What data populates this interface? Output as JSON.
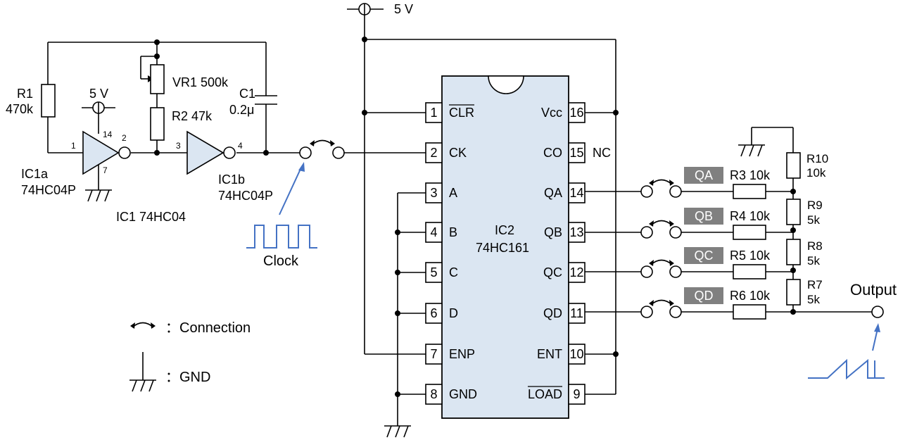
{
  "supply": {
    "top": "5 V",
    "ic1": "5 V"
  },
  "ic1": {
    "r1_name": "R1",
    "r1_value": "470k",
    "vr1": "VR1  500k",
    "r2": "R2  47k",
    "c1_name": "C1",
    "c1_value": "0.2μ",
    "ic1a_name": "IC1a",
    "ic1a_part": "74HC04P",
    "ic1b_name": "IC1b",
    "ic1b_part": "74HC04P",
    "title": "IC1 74HC04",
    "pins": {
      "in_a": "1",
      "out_a": "2",
      "in_b": "3",
      "out_b": "4",
      "vcc": "14",
      "gnd": "7"
    }
  },
  "clock_label": "Clock",
  "ic2": {
    "name": "IC2",
    "part": "74HC161",
    "left_pins": [
      {
        "num": "1",
        "label": "CLR"
      },
      {
        "num": "2",
        "label": "CK"
      },
      {
        "num": "3",
        "label": "A"
      },
      {
        "num": "4",
        "label": "B"
      },
      {
        "num": "5",
        "label": "C"
      },
      {
        "num": "6",
        "label": "D"
      },
      {
        "num": "7",
        "label": "ENP"
      },
      {
        "num": "8",
        "label": "GND"
      }
    ],
    "right_pins": [
      {
        "num": "16",
        "label": "Vcc"
      },
      {
        "num": "15",
        "label": "CO"
      },
      {
        "num": "14",
        "label": "QA"
      },
      {
        "num": "13",
        "label": "QB"
      },
      {
        "num": "12",
        "label": "QC"
      },
      {
        "num": "11",
        "label": "QD"
      },
      {
        "num": "10",
        "label": "ENT"
      },
      {
        "num": "9",
        "label": "LOAD"
      }
    ],
    "nc": "NC"
  },
  "outputs": [
    {
      "tag": "QA",
      "res": "R3  10k"
    },
    {
      "tag": "QB",
      "res": "R4  10k"
    },
    {
      "tag": "QC",
      "res": "R5  10k"
    },
    {
      "tag": "QD",
      "res": "R6  10k"
    }
  ],
  "ladder": {
    "r10_name": "R10",
    "r10_value": "10k",
    "r9_name": "R9",
    "r9_value": "5k",
    "r8_name": "R8",
    "r8_value": "5k",
    "r7_name": "R7",
    "r7_value": "5k"
  },
  "output_label": "Output",
  "legend": {
    "connection": "：Connection",
    "gnd": "：GND"
  },
  "colors": {
    "ic_fill": "#dbe6f2",
    "tag_fill": "#808080",
    "arrow": "#4472c4",
    "wave": "#4472c4"
  }
}
